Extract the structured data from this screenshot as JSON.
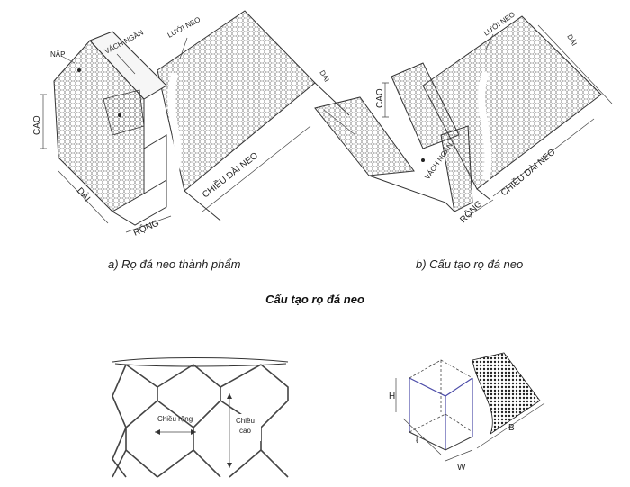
{
  "figure_a": {
    "caption": "a)  Rọ đá neo thành phẩm",
    "labels": {
      "nap": "NẮP",
      "vach_ngan": "VÁCH NGĂN",
      "luoi_neo": "LƯỚI NEO",
      "dai_top": "DÀI",
      "cao": "CAO",
      "dai": "DÀI",
      "rong": "RỘNG",
      "chieu_dai_neo": "CHIỀU DÀI NEO"
    }
  },
  "figure_b": {
    "caption": "b)  Cấu tạo rọ đá neo",
    "labels": {
      "luoi_neo": "LƯỚI NEO",
      "dai_top": "DÀI",
      "cao": "CAO",
      "vach_ngan": "VÁCH NGĂN",
      "rong": "RỘNG",
      "chieu_dai_neo": "CHIỀU DÀI NEO"
    }
  },
  "main_title": "Cấu tạo rọ đá neo",
  "mesh_figure": {
    "width_label": "Chiều rộng",
    "height_label_1": "Chiều",
    "height_label_2": "cao"
  },
  "box_figure": {
    "h": "H",
    "l": "ℓ",
    "w": "W",
    "b": "B"
  }
}
